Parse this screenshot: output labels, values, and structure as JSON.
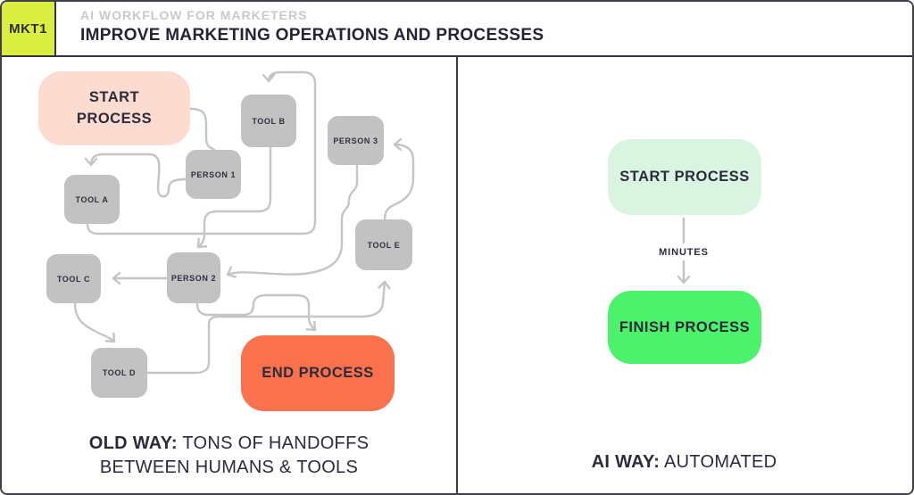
{
  "header": {
    "badge": "MKT1",
    "subtitle": "AI WORKFLOW FOR MARKETERS",
    "title": "IMPROVE MARKETING OPERATIONS AND PROCESSES"
  },
  "left": {
    "nodes": [
      {
        "label": "START PROCESS",
        "role": "start"
      },
      {
        "label": "TOOL B",
        "role": "step"
      },
      {
        "label": "PERSON 3",
        "role": "step"
      },
      {
        "label": "PERSON 1",
        "role": "step"
      },
      {
        "label": "TOOL A",
        "role": "step"
      },
      {
        "label": "TOOL E",
        "role": "step"
      },
      {
        "label": "TOOL C",
        "role": "step"
      },
      {
        "label": "PERSON 2",
        "role": "step"
      },
      {
        "label": "TOOL D",
        "role": "step"
      },
      {
        "label": "END PROCESS",
        "role": "end"
      }
    ],
    "caption": {
      "bold": "OLD WAY:",
      "line1_rest": " TONS OF HANDOFFS",
      "line2": "BETWEEN HUMANS & TOOLS"
    }
  },
  "right": {
    "start_label": "START PROCESS",
    "arrow_label": "MINUTES",
    "finish_label": "FINISH PROCESS",
    "caption": {
      "bold": "AI WAY:",
      "rest": " AUTOMATED"
    }
  },
  "colors": {
    "badge_lime": "#d9ee3f",
    "dark_navy": "#2d2a3a",
    "subtitle_gray": "#c9c9c9",
    "node_gray": "#c3c2c2",
    "start_peach": "#fcdcd1",
    "end_orange": "#f9724d",
    "start_mint": "#d9f5e1",
    "finish_green": "#4cf26b",
    "connector_gray": "#c6c5c5"
  }
}
